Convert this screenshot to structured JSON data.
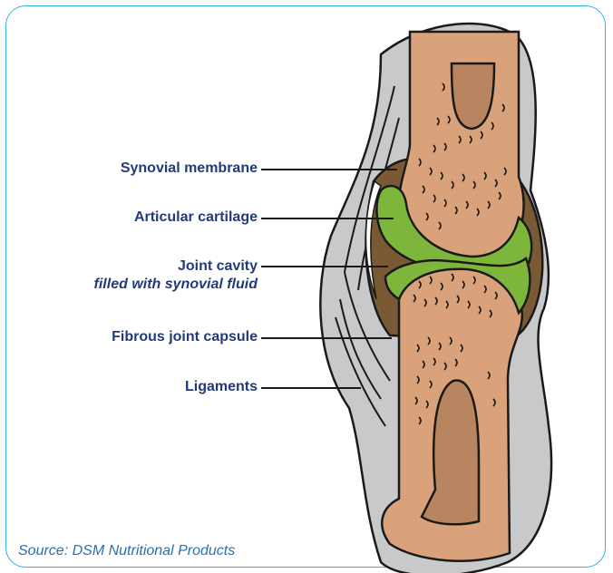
{
  "labels": {
    "synovial_membrane": "Synovial membrane",
    "articular_cartilage": "Articular cartilage",
    "joint_cavity": "Joint cavity",
    "joint_cavity_sub": "filled with synovial fluid",
    "fibrous_joint_capsule": "Fibrous joint capsule",
    "ligaments": "Ligaments"
  },
  "source": "Source: DSM Nutritional Products",
  "colors": {
    "frame_border": "#2fb1e4",
    "label_text": "#233a7a",
    "source_text": "#2a6fb0",
    "bone": "#d9a27a",
    "marrow": "#b98560",
    "cartilage": "#7db63a",
    "cavity": "#7a5a35",
    "capsule": "#c8c9cb",
    "outline": "#1a1a1a"
  }
}
